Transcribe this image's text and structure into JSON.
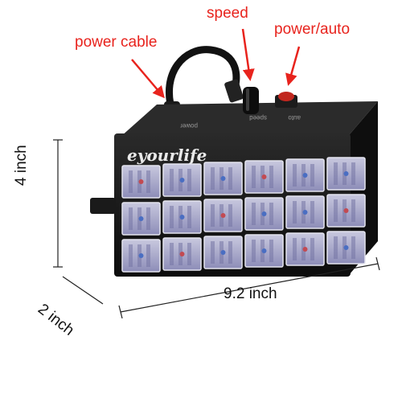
{
  "callouts": {
    "power_cable": "power cable",
    "speed": "speed",
    "power_auto": "power/auto"
  },
  "dimensions": {
    "height": "4 inch",
    "depth": "2 inch",
    "width": "9.2 inch"
  },
  "product": {
    "brand": "eyourlife",
    "panel_labels": [
      "power",
      "speed",
      "auto"
    ],
    "led_rows": 3,
    "led_columns": 6
  },
  "colors": {
    "callout": "#e8231d",
    "housing": "#151515",
    "led": "#9a9ac4"
  }
}
